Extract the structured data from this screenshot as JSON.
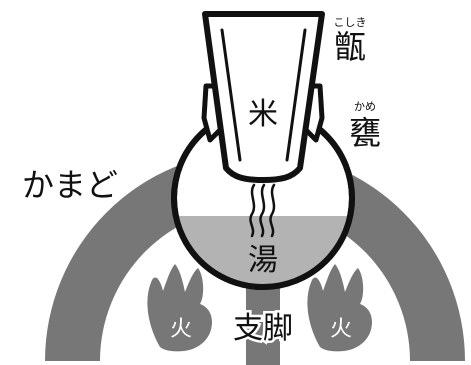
{
  "colors": {
    "kamado": "#777777",
    "fire": "#777777",
    "water": "#b3b3b3",
    "outline": "#111111",
    "background": "#ffffff",
    "label_light": "#ffffff",
    "label_dark": "#111111"
  },
  "labels": {
    "koshiki": "甑",
    "koshiki_reading": "こしき",
    "kame": "甕",
    "kame_reading": "かめ",
    "kamado": "かまど",
    "rice": "米",
    "hot_water": "湯",
    "support_leg": "支脚",
    "fire_left": "火",
    "fire_right": "火"
  }
}
